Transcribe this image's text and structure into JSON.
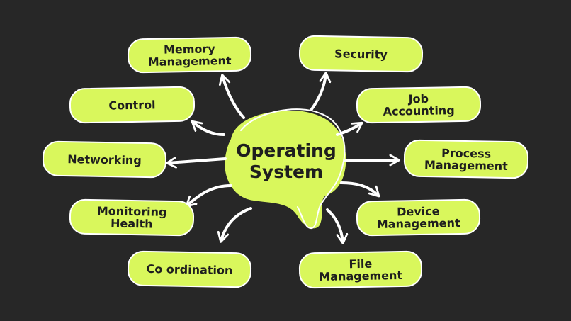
{
  "colors": {
    "background": "#272727",
    "node_fill": "#d9f75c",
    "outline": "#ffffff",
    "text": "#1e1e1e"
  },
  "diagram": {
    "center": "Operating\nSystem",
    "nodes": {
      "memory": "Memory\nManagement",
      "security": "Security",
      "control": "Control",
      "job": "Job\nAccounting",
      "networking": "Networking",
      "process": "Process\nManagement",
      "monitoring": "Monitoring\nHealth",
      "device": "Device\nManagement",
      "coordination": "Co ordination",
      "file": "File\nManagement"
    }
  }
}
